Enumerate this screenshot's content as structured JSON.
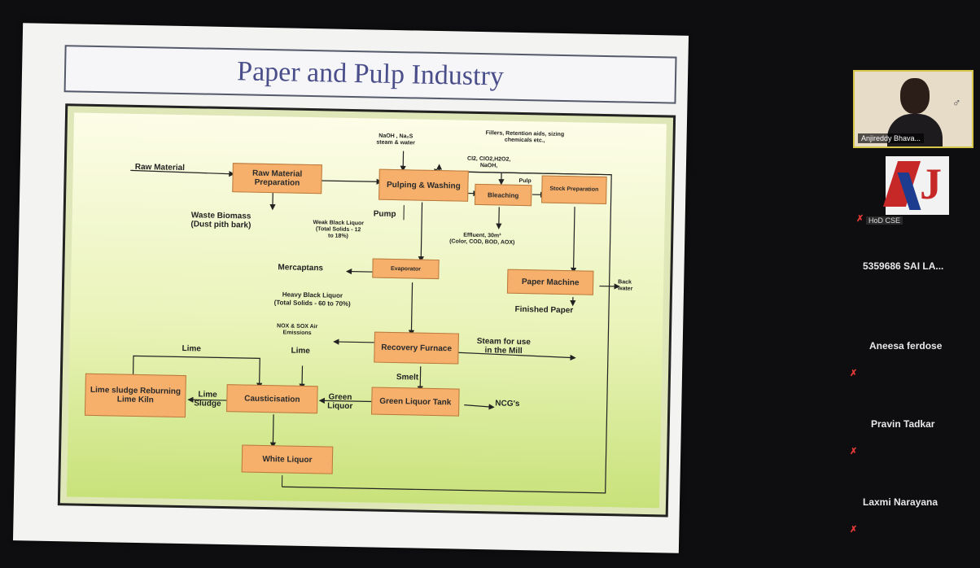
{
  "slide": {
    "title": "Paper and Pulp Industry",
    "boxes": {
      "raw_material_prep": "Raw Material Preparation",
      "pulping_washing": "Pulping & Washing",
      "bleaching": "Bleaching",
      "stock_prep": "Stock Preparation",
      "evaporator": "Evaporator",
      "paper_machine": "Paper Machine",
      "recovery_furnace": "Recovery Furnace",
      "green_liquor_tank": "Green Liquor Tank",
      "causticisation": "Causticisation",
      "lime_kiln": "Lime sludge Reburning Lime Kiln",
      "white_liquor": "White Liquor"
    },
    "labels": {
      "raw_material": "Raw Material",
      "waste_biomass_1": "Waste Biomass",
      "waste_biomass_2": "(Dust pith bark)",
      "naoh_1": "NaOH , Na₂S",
      "naoh_2": "steam & water",
      "fillers_1": "Fillers, Retention aids, sizing",
      "fillers_2": "chemicals etc.,",
      "clo2_1": "Cl2, ClO2,H2O2,",
      "clo2_2": "NaOH,",
      "pulp": "Pulp",
      "pump": "Pump",
      "weak_black_1": "Weak Black Liquor",
      "weak_black_2": "(Total Solids - 12",
      "weak_black_3": "to 18%)",
      "effluent_1": "Effluent, 30m³",
      "effluent_2": "(Color, COD, BOD, AOX)",
      "mercaptans": "Mercaptans",
      "heavy_black_1": "Heavy Black Liquor",
      "heavy_black_2": "(Total Solids - 60 to 70%)",
      "back_water_1": "Back",
      "back_water_2": "water",
      "finished_paper": "Finished Paper",
      "nox_1": "NOX & SOX Air",
      "nox_2": "Emissions",
      "steam_1": "Steam for use",
      "steam_2": "in the Mill",
      "lime_left": "Lime",
      "lime_mid": "Lime",
      "smelt": "Smelt",
      "lime_sludge_1": "Lime",
      "lime_sludge_2": "Sludge",
      "green_liquor_1": "Green",
      "green_liquor_2": "Liquor",
      "ncgs": "NCG's"
    }
  },
  "participants": [
    {
      "name": "Anjireddy Bhava...",
      "type": "video"
    },
    {
      "name": "HoD CSE",
      "type": "logo"
    },
    {
      "name": "5359686 SAI LA..."
    },
    {
      "name": "Aneesa ferdose"
    },
    {
      "name": "Pravin Tadkar"
    },
    {
      "name": "Laxmi Narayana"
    }
  ],
  "colors": {
    "box_fill": "#f6b06c",
    "mic_muted": "#e53935",
    "title_text": "#4a4e8a"
  }
}
